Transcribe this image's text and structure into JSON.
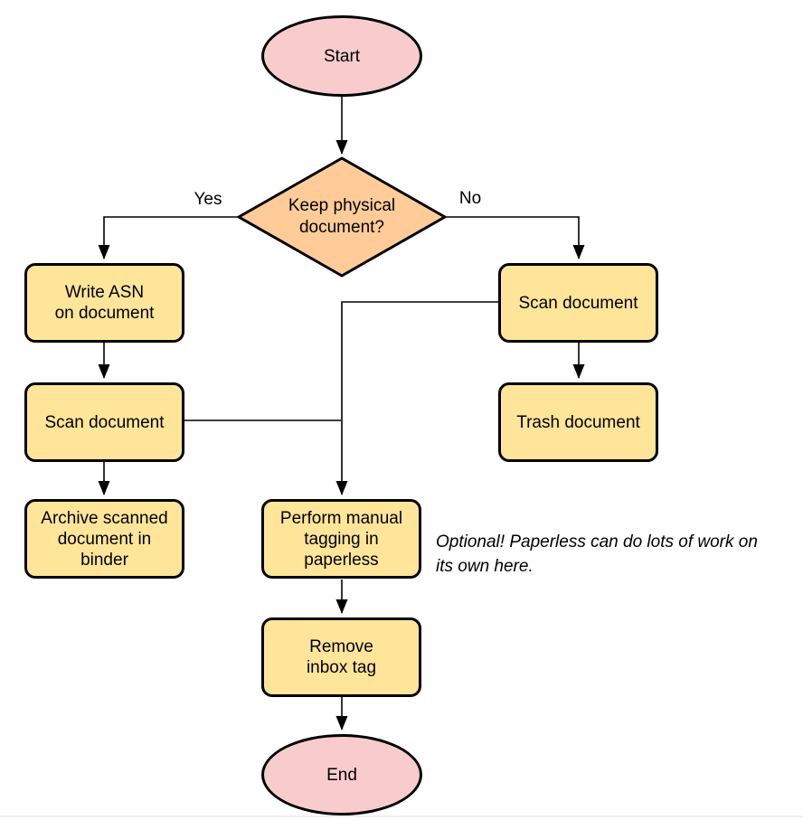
{
  "colors": {
    "terminal_fill": "#f8cccd",
    "decision_fill": "#ffcc99",
    "process_fill": "#ffe599",
    "stroke": "#000000"
  },
  "nodes": {
    "start": {
      "label": "Start",
      "shape": "ellipse"
    },
    "decision": {
      "label": "Keep physical\ndocument?",
      "shape": "diamond"
    },
    "write_asn": {
      "label": "Write ASN\non document",
      "shape": "process"
    },
    "scan_left": {
      "label": "Scan document",
      "shape": "process"
    },
    "archive": {
      "label": "Archive scanned\ndocument in\nbinder",
      "shape": "process"
    },
    "scan_right": {
      "label": "Scan document",
      "shape": "process"
    },
    "trash": {
      "label": "Trash document",
      "shape": "process"
    },
    "tagging": {
      "label": "Perform manual\ntagging in\npaperless",
      "shape": "process"
    },
    "remove_inbox": {
      "label": "Remove\ninbox tag",
      "shape": "process"
    },
    "end": {
      "label": "End",
      "shape": "ellipse"
    }
  },
  "edge_labels": {
    "yes": "Yes",
    "no": "No"
  },
  "annotation": {
    "text": "Optional! Paperless can do lots of work on\nits own here."
  }
}
